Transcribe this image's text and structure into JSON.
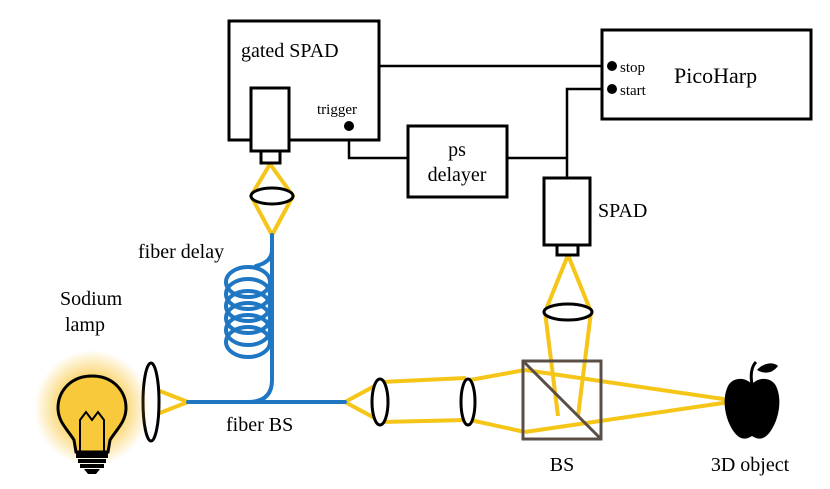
{
  "labels": {
    "gated_spad": "gated SPAD",
    "trigger": "trigger",
    "stop": "stop",
    "start": "start",
    "picoharp": "PicoHarp",
    "ps": "ps",
    "delayer": "delayer",
    "spad": "SPAD",
    "fiber_delay": "fiber delay",
    "sodium": "Sodium",
    "lamp": "lamp",
    "fiber_bs": "fiber BS",
    "bs": "BS",
    "object": "3D object"
  },
  "colors": {
    "beam": "#f5c518",
    "fiber": "#1f77c4",
    "wire": "#000000",
    "lamp_glow": "#f7b500",
    "bs_frame": "#5a4f47"
  }
}
